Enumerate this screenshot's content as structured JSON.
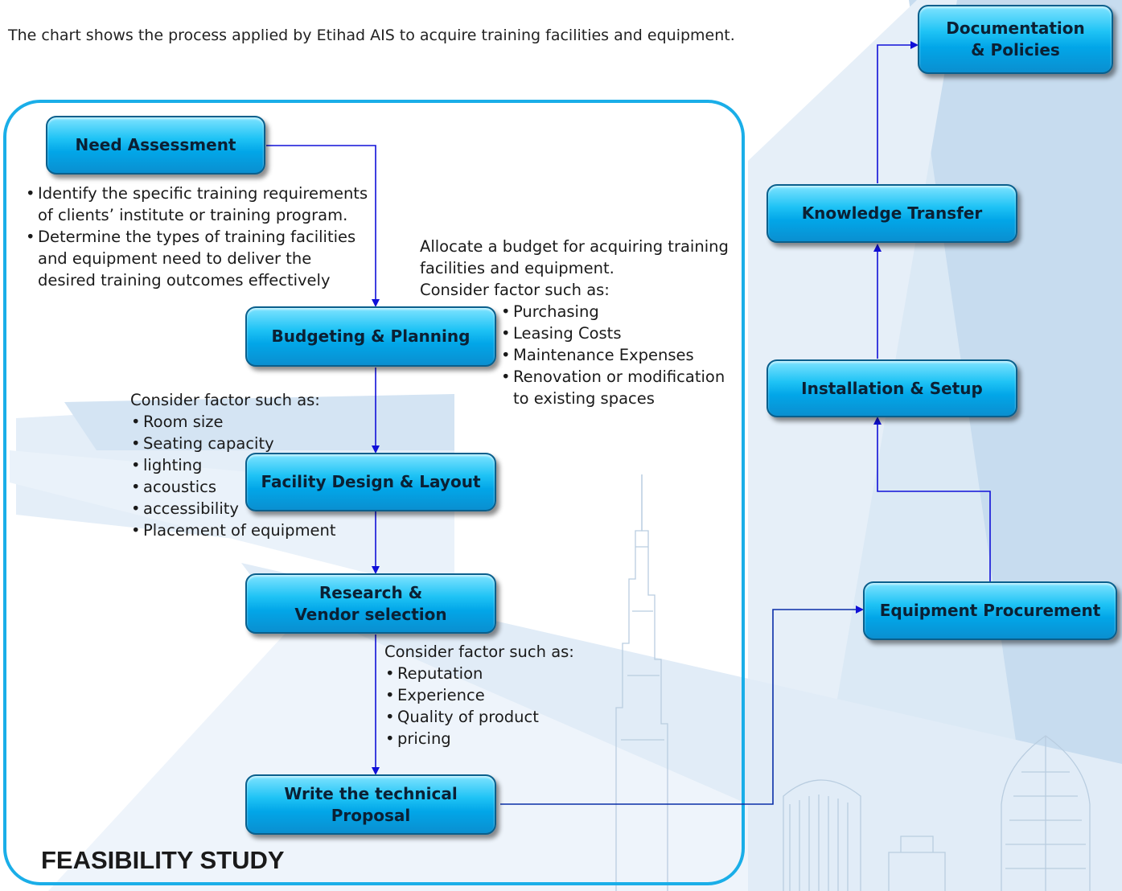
{
  "intro_text": "The chart shows the process applied by Etihad AIS to acquire training facilities and equipment.",
  "section_label": "FEASIBILITY STUDY",
  "colors": {
    "accent": "#1aaee8",
    "box": "#02a6e8",
    "arrow": "#1010d8",
    "arrow_alt": "#0a2ea8"
  },
  "boxes": {
    "need_assessment": "Need Assessment",
    "budgeting": "Budgeting & Planning",
    "facility_design": "Facility Design & Layout",
    "research_vendor": [
      "Research &",
      "Vendor selection"
    ],
    "technical_proposal": [
      "Write the technical",
      "Proposal"
    ],
    "equipment_procurement": "Equipment Procurement",
    "installation": "Installation & Setup",
    "knowledge_transfer": "Knowledge Transfer",
    "documentation": [
      "Documentation",
      "& Policies"
    ]
  },
  "notes": {
    "need": [
      [
        "Identify the specific training requirements",
        "of clients’ institute or training program."
      ],
      [
        "Determine the types of training facilities",
        "and equipment need to deliver the",
        "desired training outcomes effectively"
      ]
    ],
    "budget_intro": [
      "Allocate a budget for acquiring training",
      "facilities and equipment.",
      "Consider factor such as:"
    ],
    "budget_items": [
      "Purchasing",
      "Leasing Costs",
      "Maintenance Expenses",
      [
        "Renovation or modification",
        "to existing spaces"
      ]
    ],
    "design_intro": "Consider factor such as:",
    "design_items": [
      "Room size",
      "Seating capacity",
      "lighting",
      "acoustics",
      "accessibility",
      "Placement of equipment"
    ],
    "vendor_intro": "Consider factor such as:",
    "vendor_items": [
      "Reputation",
      "Experience",
      "Quality of product",
      "pricing"
    ]
  }
}
